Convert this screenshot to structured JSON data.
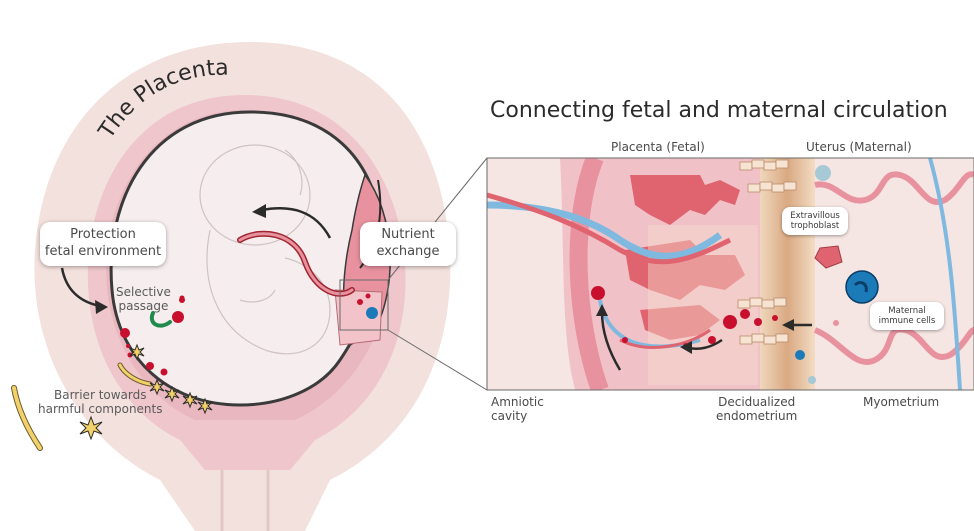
{
  "title": "Connecting fetal and maternal circulation",
  "placenta_curved_label": "The Placenta",
  "labels": {
    "protection_line1": "Protection",
    "protection_line2": "fetal environment",
    "nutrient_line1": "Nutrient",
    "nutrient_line2": "exchange",
    "selective_line1": "Selective",
    "selective_line2": "passage",
    "barrier_line1": "Barrier towards",
    "barrier_line2": "harmful components",
    "placenta_fetal": "Placenta (Fetal)",
    "uterus_maternal": "Uterus (Maternal)",
    "extravillous_line1": "Extravillous",
    "extravillous_line2": "trophoblast",
    "maternal_immune_line1": "Maternal",
    "maternal_immune_line2": "immune cells",
    "amniotic_line1": "Amniotic",
    "amniotic_line2": "cavity",
    "decidualized_line1": "Decidualized",
    "decidualized_line2": "endometrium",
    "myometrium": "Myometrium"
  },
  "colors": {
    "uterus_outer": "#f3e1dd",
    "uterus_wall": "#e9b7bf",
    "placenta_pink": "#e8929f",
    "villi_red": "#e06370",
    "blood_cell": "#c8102e",
    "artery_blue": "#7fb9e0",
    "immune_blue": "#1a7bb8",
    "bacteria_yellow": "#f2d16b",
    "decidua_tan": "#e9c9a8"
  }
}
